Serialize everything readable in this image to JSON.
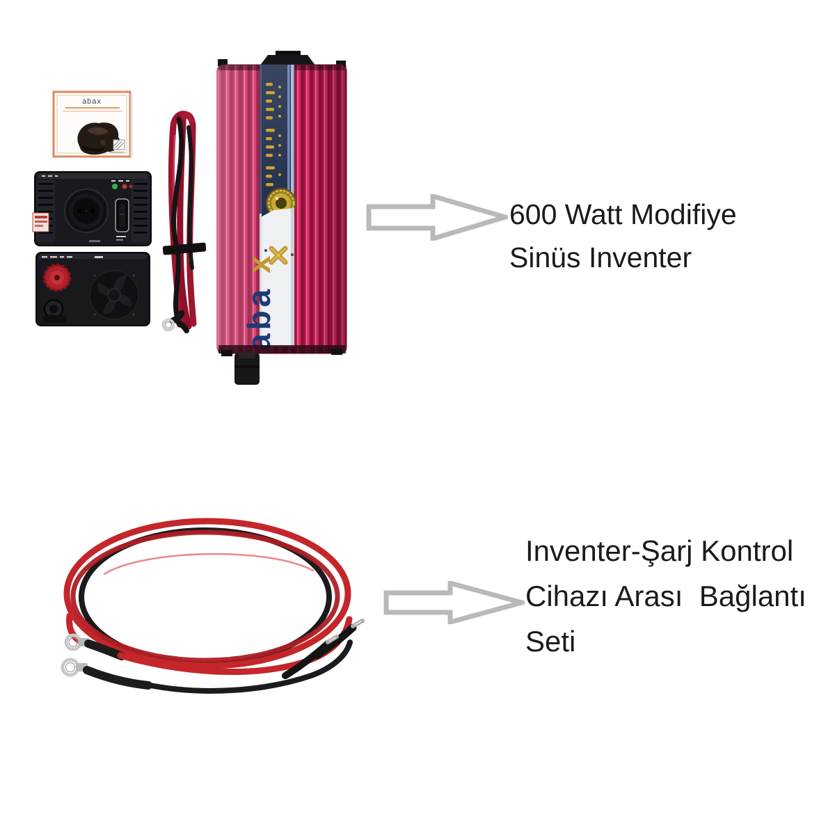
{
  "page": {
    "background": "#ffffff"
  },
  "brand": {
    "name": "abax",
    "letters": "aba",
    "x_letter": "x"
  },
  "annotations": {
    "top": {
      "lines": [
        "600 Watt Modifiye",
        "Sinüs Inventer"
      ]
    },
    "bottom": {
      "lines": [
        "Inventer-Şarj Kontrol",
        "Cihazı Arası  Bağlantı",
        "Seti"
      ]
    }
  },
  "photos": {
    "top_kit": {
      "items": [
        "retail-box",
        "front-panel-with-socket",
        "rear-panel-with-terminals-and-fan",
        "battery-cable-bundle",
        "inverter-unit"
      ]
    },
    "bottom_set": {
      "items": [
        "red-battery-cable-with-ring-lugs",
        "black-battery-cable-with-ring-lugs"
      ]
    }
  },
  "colors": {
    "arrow_outline": "#b9b9b9",
    "annotation_text": "#1a1a1a",
    "inverter_red": "#c2185b",
    "inverter_navy_band": "#2c3854",
    "gold": "#c9a42f",
    "brand_navy": "#1d3b73",
    "cable_red": "#c4262b",
    "cable_black": "#1b1b1b",
    "led_green": "#35b24e",
    "led_red": "#c03a3a",
    "terminal_red": "#b3202a",
    "box_border_orange": "#d98a5c",
    "panel_black": "#1a1a1e"
  }
}
